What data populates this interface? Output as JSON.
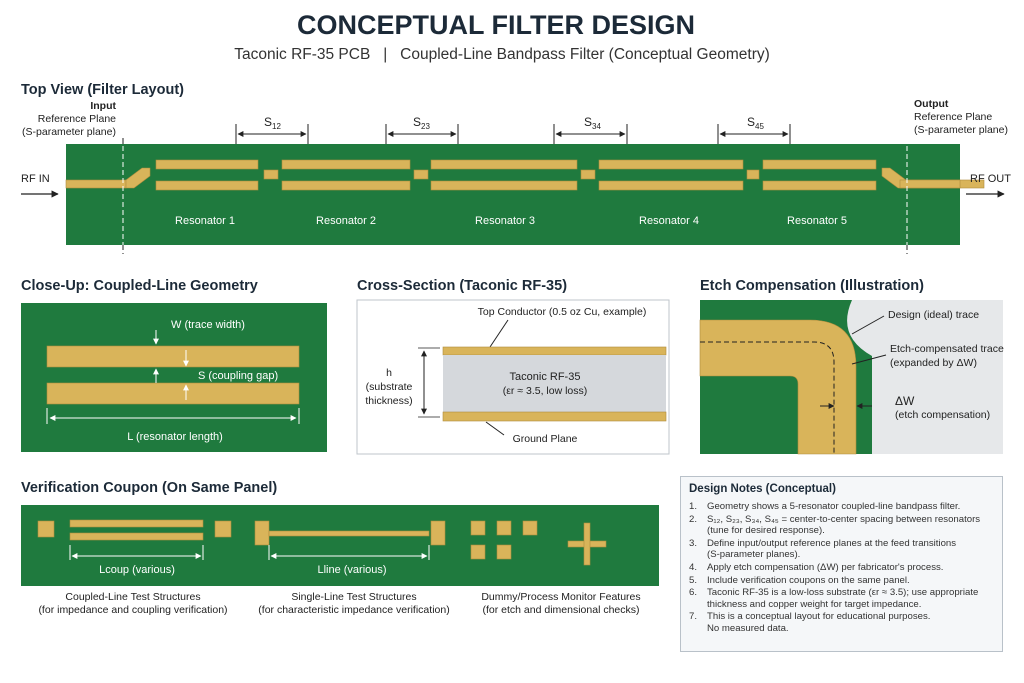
{
  "header": {
    "title": "CONCEPTUAL FILTER DESIGN",
    "subtitle": "Taconic RF-35 PCB   |   Coupled-Line Bandpass Filter (Conceptual Geometry)"
  },
  "top_view": {
    "heading": "Top View (Filter Layout)",
    "input_ref": [
      "Input",
      "Reference Plane",
      "(S-parameter plane)"
    ],
    "output_ref": [
      "Output",
      "Reference Plane",
      "(S-parameter plane)"
    ],
    "rf_in": "RF IN",
    "rf_out": "RF OUT",
    "resonators": [
      "Resonator 1",
      "Resonator 2",
      "Resonator 3",
      "Resonator 4",
      "Resonator 5"
    ],
    "spacings": [
      "S12",
      "S23",
      "S34",
      "S45"
    ]
  },
  "closeup": {
    "heading": "Close-Up: Coupled-Line Geometry",
    "width_label": "W (trace width)",
    "gap_label": "S (coupling gap)",
    "length_label": "L (resonator length)"
  },
  "cross_section": {
    "heading": "Cross-Section (Taconic RF-35)",
    "top_conductor": "Top Conductor (0.5 oz Cu, example)",
    "substrate_name": "Taconic RF-35",
    "substrate_props": "(εr ≈ 3.5, low loss)",
    "thickness_label": [
      "h",
      "(substrate",
      "thickness)"
    ],
    "ground_plane": "Ground Plane"
  },
  "etch": {
    "heading": "Etch Compensation (Illustration)",
    "design_trace": "Design (ideal) trace",
    "compensated_trace": [
      "Etch-compensated trace",
      "(expanded by ΔW)"
    ],
    "delta_w": "ΔW",
    "delta_w_desc": "(etch compensation)"
  },
  "coupon": {
    "heading": "Verification Coupon (On Same Panel)",
    "lcoup_label": "Lcoup (various)",
    "lline_label": "Lline (various)",
    "captions": [
      [
        "Coupled-Line Test Structures",
        "(for impedance and coupling verification)"
      ],
      [
        "Single-Line Test Structures",
        "(for characteristic impedance verification)"
      ],
      [
        "Dummy/Process Monitor Features",
        "(for etch and dimensional checks)"
      ]
    ]
  },
  "notes": {
    "title": "Design Notes (Conceptual)",
    "items": [
      "Geometry shows a 5-resonator coupled-line bandpass filter.",
      "S₁₂, S₂₃, S₃₄, S₄₅ = center-to-center spacing between resonators\n(tune for desired response).",
      "Define input/output reference planes at the feed transitions\n(S-parameter planes).",
      "Apply etch compensation (ΔW) per fabricator's process.",
      "Include verification coupons on the same panel.",
      "Taconic RF-35 is a low-loss substrate (εr ≈ 3.5); use appropriate\nthickness and copper weight for target impedance.",
      "This is a conceptual layout for educational purposes.\nNo measured data."
    ]
  },
  "colors": {
    "pcb_green": "#1f7a3e",
    "copper": "#d9b45a",
    "copper_edge": "#b08c3c",
    "dark_text": "#1c2a38"
  }
}
